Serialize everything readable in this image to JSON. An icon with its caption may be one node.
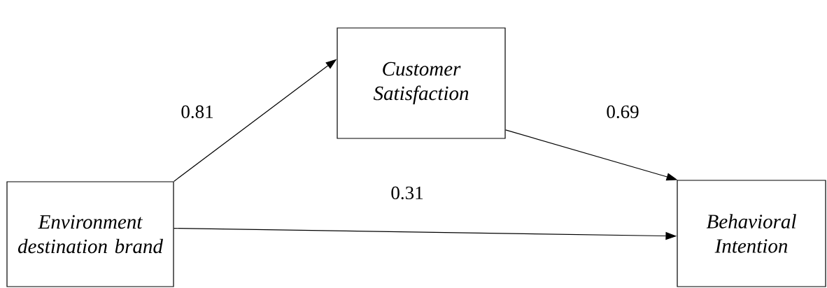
{
  "diagram": {
    "nodes": [
      {
        "text": [
          "Environment destination brand"
        ]
      },
      {
        "text": [
          "Customer Satisfaction"
        ]
      },
      {
        "text": [
          "Behavioral Intention"
        ]
      }
    ],
    "edges": [
      {
        "from": 0,
        "to": 1,
        "arrow": "to",
        "label": "0.81"
      },
      {
        "from": 1,
        "to": 2,
        "arrow": "to",
        "label": "0.69"
      },
      {
        "from": 0,
        "to": 2,
        "arrow": "to",
        "label": "0.31"
      }
    ]
  }
}
